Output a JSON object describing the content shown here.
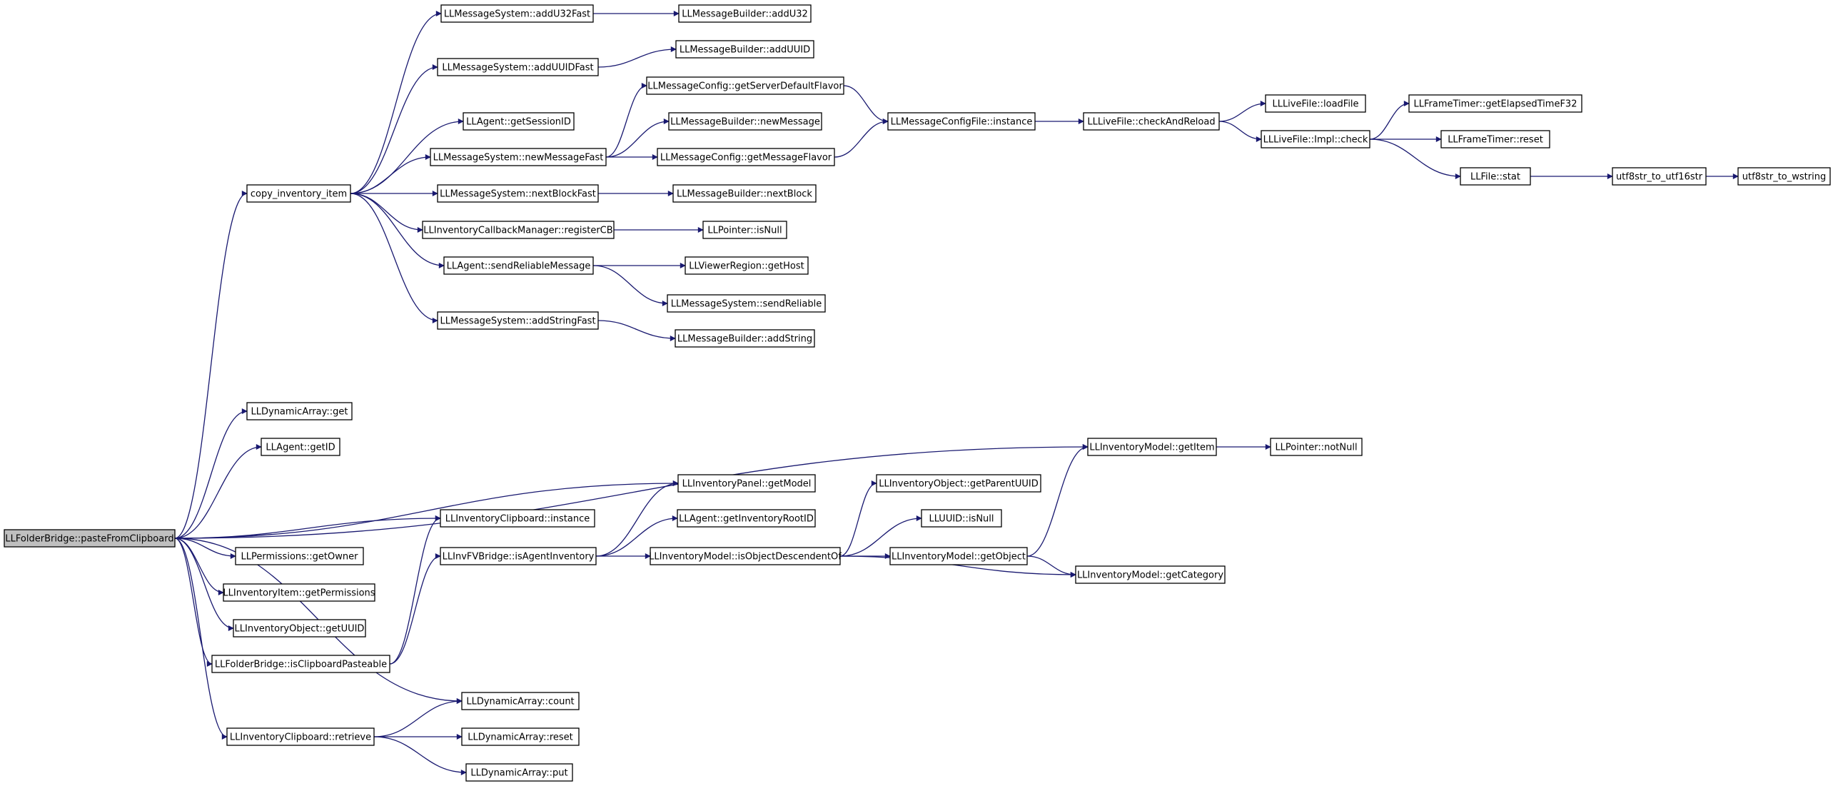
{
  "diagram": {
    "type": "call-graph",
    "edge_color": "#191970",
    "root_fill": "#bfbfbf",
    "truncated_border": "#ff0000",
    "nodes": [
      {
        "id": "root",
        "label": "LLFolderBridge::pasteFromClipboard",
        "kind": "root"
      },
      {
        "id": "copy_item",
        "label": "copy_inventory_item"
      },
      {
        "id": "addU32Fast",
        "label": "LLMessageSystem::addU32Fast"
      },
      {
        "id": "addU32",
        "label": "LLMessageBuilder::addU32"
      },
      {
        "id": "addUUIDFast",
        "label": "LLMessageSystem::addUUIDFast"
      },
      {
        "id": "addUUID",
        "label": "LLMessageBuilder::addUUID"
      },
      {
        "id": "getSessionID",
        "label": "LLAgent::getSessionID"
      },
      {
        "id": "newMessageFast",
        "label": "LLMessageSystem::newMessageFast"
      },
      {
        "id": "getServerDefaultFlavor",
        "label": "LLMessageConfig::getServerDefaultFlavor"
      },
      {
        "id": "newMessage",
        "label": "LLMessageBuilder::newMessage"
      },
      {
        "id": "getMessageFlavor",
        "label": "LLMessageConfig::getMessageFlavor"
      },
      {
        "id": "configInstance",
        "label": "LLMessageConfigFile::instance"
      },
      {
        "id": "checkAndReload",
        "label": "LLLiveFile::checkAndReload"
      },
      {
        "id": "loadFile",
        "label": "LLLiveFile::loadFile"
      },
      {
        "id": "implCheck",
        "label": "LLLiveFile::Impl::check"
      },
      {
        "id": "getElapsed",
        "label": "LLFrameTimer::getElapsedTimeF32"
      },
      {
        "id": "timerReset",
        "label": "LLFrameTimer::reset"
      },
      {
        "id": "fileStat",
        "label": "LLFile::stat"
      },
      {
        "id": "utf16",
        "label": "utf8str_to_utf16str",
        "kind": "truncated"
      },
      {
        "id": "wstring",
        "label": "utf8str_to_wstring"
      },
      {
        "id": "nextBlockFast",
        "label": "LLMessageSystem::nextBlockFast"
      },
      {
        "id": "nextBlock",
        "label": "LLMessageBuilder::nextBlock"
      },
      {
        "id": "registerCB",
        "label": "LLInventoryCallbackManager::registerCB"
      },
      {
        "id": "ptrIsNull",
        "label": "LLPointer::isNull"
      },
      {
        "id": "sendReliableMessage",
        "label": "LLAgent::sendReliableMessage"
      },
      {
        "id": "getHost",
        "label": "LLViewerRegion::getHost"
      },
      {
        "id": "sendReliable",
        "label": "LLMessageSystem::sendReliable"
      },
      {
        "id": "addStringFast",
        "label": "LLMessageSystem::addStringFast"
      },
      {
        "id": "addString",
        "label": "LLMessageBuilder::addString"
      },
      {
        "id": "daGet",
        "label": "LLDynamicArray::get"
      },
      {
        "id": "getID",
        "label": "LLAgent::getID"
      },
      {
        "id": "getItem",
        "label": "LLInventoryModel::getItem"
      },
      {
        "id": "notNull",
        "label": "LLPointer::notNull"
      },
      {
        "id": "getModel",
        "label": "LLInventoryPanel::getModel"
      },
      {
        "id": "clipInstance",
        "label": "LLInventoryClipboard::instance"
      },
      {
        "id": "getInvRoot",
        "label": "LLAgent::getInventoryRootID"
      },
      {
        "id": "getParentUUID",
        "label": "LLInventoryObject::getParentUUID"
      },
      {
        "id": "uuidIsNull",
        "label": "LLUUID::isNull"
      },
      {
        "id": "isAgentInventory",
        "label": "LLInvFVBridge::isAgentInventory"
      },
      {
        "id": "isDescendent",
        "label": "LLInventoryModel::isObjectDescendentOf"
      },
      {
        "id": "getObject",
        "label": "LLInventoryModel::getObject"
      },
      {
        "id": "getCategory",
        "label": "LLInventoryModel::getCategory"
      },
      {
        "id": "getOwner",
        "label": "LLPermissions::getOwner"
      },
      {
        "id": "getPermissions",
        "label": "LLInventoryItem::getPermissions"
      },
      {
        "id": "getUUID",
        "label": "LLInventoryObject::getUUID"
      },
      {
        "id": "isPasteable",
        "label": "LLFolderBridge::isClipboardPasteable"
      },
      {
        "id": "daCount",
        "label": "LLDynamicArray::count"
      },
      {
        "id": "retrieve",
        "label": "LLInventoryClipboard::retrieve"
      },
      {
        "id": "daReset",
        "label": "LLDynamicArray::reset"
      },
      {
        "id": "daPut",
        "label": "LLDynamicArray::put"
      }
    ],
    "edges": [
      [
        "root",
        "copy_item"
      ],
      [
        "root",
        "daGet"
      ],
      [
        "root",
        "getID"
      ],
      [
        "root",
        "getItem"
      ],
      [
        "root",
        "getModel"
      ],
      [
        "root",
        "clipInstance"
      ],
      [
        "root",
        "getOwner"
      ],
      [
        "root",
        "getPermissions"
      ],
      [
        "root",
        "getUUID"
      ],
      [
        "root",
        "isPasteable"
      ],
      [
        "root",
        "daCount"
      ],
      [
        "root",
        "retrieve"
      ],
      [
        "copy_item",
        "addU32Fast"
      ],
      [
        "copy_item",
        "addUUIDFast"
      ],
      [
        "copy_item",
        "getSessionID"
      ],
      [
        "copy_item",
        "newMessageFast"
      ],
      [
        "copy_item",
        "nextBlockFast"
      ],
      [
        "copy_item",
        "registerCB"
      ],
      [
        "copy_item",
        "sendReliableMessage"
      ],
      [
        "copy_item",
        "addStringFast"
      ],
      [
        "addU32Fast",
        "addU32"
      ],
      [
        "addUUIDFast",
        "addUUID"
      ],
      [
        "newMessageFast",
        "getServerDefaultFlavor"
      ],
      [
        "newMessageFast",
        "newMessage"
      ],
      [
        "newMessageFast",
        "getMessageFlavor"
      ],
      [
        "getServerDefaultFlavor",
        "configInstance"
      ],
      [
        "getMessageFlavor",
        "configInstance"
      ],
      [
        "configInstance",
        "checkAndReload"
      ],
      [
        "checkAndReload",
        "loadFile"
      ],
      [
        "checkAndReload",
        "implCheck"
      ],
      [
        "implCheck",
        "getElapsed"
      ],
      [
        "implCheck",
        "timerReset"
      ],
      [
        "implCheck",
        "fileStat"
      ],
      [
        "fileStat",
        "utf16"
      ],
      [
        "utf16",
        "wstring"
      ],
      [
        "nextBlockFast",
        "nextBlock"
      ],
      [
        "registerCB",
        "ptrIsNull"
      ],
      [
        "sendReliableMessage",
        "getHost"
      ],
      [
        "sendReliableMessage",
        "sendReliable"
      ],
      [
        "addStringFast",
        "addString"
      ],
      [
        "getItem",
        "notNull"
      ],
      [
        "isPasteable",
        "clipInstance"
      ],
      [
        "isPasteable",
        "isAgentInventory"
      ],
      [
        "isAgentInventory",
        "getModel"
      ],
      [
        "isAgentInventory",
        "getInvRoot"
      ],
      [
        "isAgentInventory",
        "isDescendent"
      ],
      [
        "isDescendent",
        "getParentUUID"
      ],
      [
        "isDescendent",
        "uuidIsNull"
      ],
      [
        "isDescendent",
        "getObject"
      ],
      [
        "isDescendent",
        "getCategory"
      ],
      [
        "getObject",
        "getItem"
      ],
      [
        "getObject",
        "getCategory"
      ],
      [
        "retrieve",
        "daCount"
      ],
      [
        "retrieve",
        "daReset"
      ],
      [
        "retrieve",
        "daPut"
      ]
    ]
  }
}
